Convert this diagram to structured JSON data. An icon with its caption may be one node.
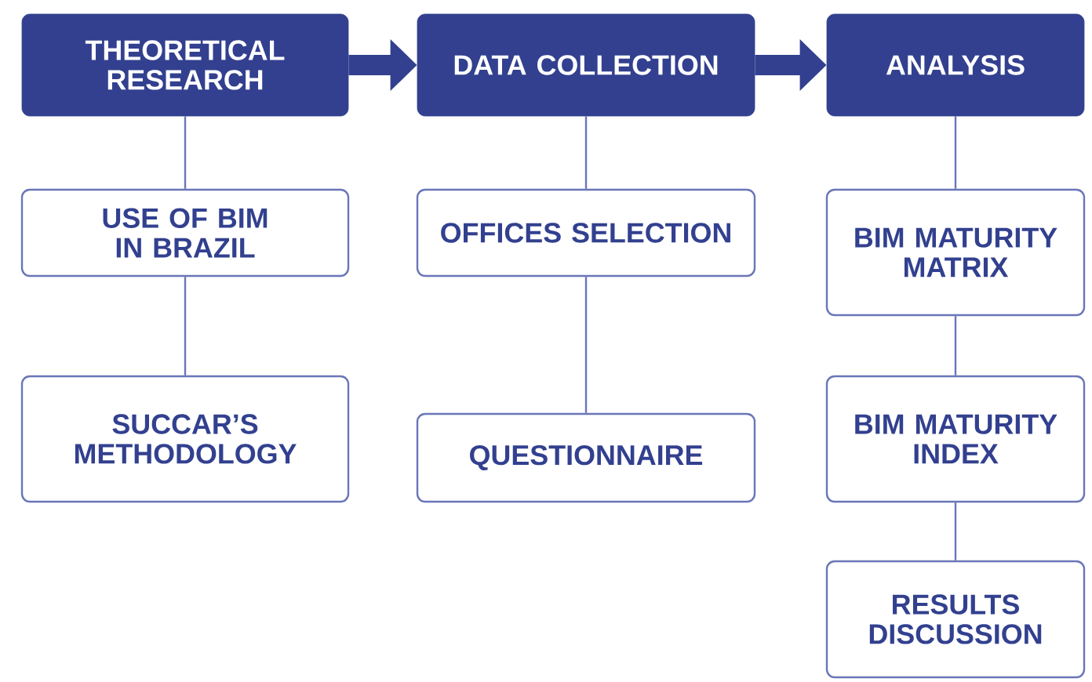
{
  "diagram": {
    "nodes": [
      {
        "text": [
          "THEORETICAL RESEARCH"
        ]
      },
      {
        "text": [
          "DATA COLLECTION"
        ]
      },
      {
        "text": [
          "ANALYSIS"
        ]
      },
      {
        "text": [
          "USE OF BIM IN BRAZIL"
        ]
      },
      {
        "text": [
          "SUCCAR’S METHODOLOGY"
        ]
      },
      {
        "text": [
          "OFFICES SELECTION"
        ]
      },
      {
        "text": [
          "QUESTIONNAIRE"
        ]
      },
      {
        "text": [
          "BIM MATURITY MATRIX"
        ]
      },
      {
        "text": [
          "BIM MATURITY INDEX"
        ]
      },
      {
        "text": [
          "RESULTS DISCUSSION"
        ]
      }
    ],
    "edges": [
      {
        "from": 0,
        "to": 1,
        "arrow": "to",
        "style": "thick"
      },
      {
        "from": 1,
        "to": 2,
        "arrow": "to",
        "style": "thick"
      },
      {
        "from": 0,
        "to": 3,
        "arrow": "none"
      },
      {
        "from": 3,
        "to": 4,
        "arrow": "none"
      },
      {
        "from": 1,
        "to": 5,
        "arrow": "none"
      },
      {
        "from": 5,
        "to": 6,
        "arrow": "none"
      },
      {
        "from": 2,
        "to": 7,
        "arrow": "none"
      },
      {
        "from": 7,
        "to": 8,
        "arrow": "none"
      },
      {
        "from": 8,
        "to": 9,
        "arrow": "none"
      }
    ]
  }
}
